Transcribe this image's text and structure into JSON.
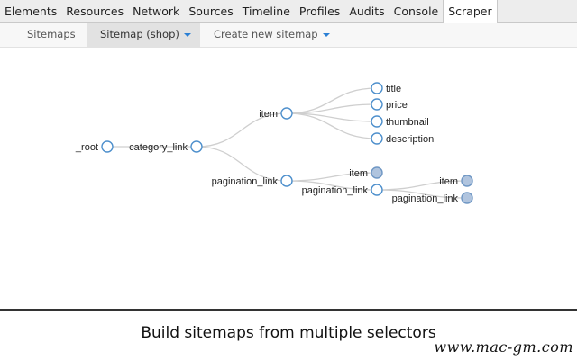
{
  "devtools": {
    "tabs": [
      "Elements",
      "Resources",
      "Network",
      "Sources",
      "Timeline",
      "Profiles",
      "Audits",
      "Console",
      "Scraper"
    ],
    "active": "Scraper"
  },
  "nav": {
    "sitemaps": "Sitemaps",
    "current_sitemap": "Sitemap (shop)",
    "create_new": "Create new sitemap"
  },
  "tree": {
    "nodes": [
      {
        "id": "root",
        "label": "_root",
        "state": "open"
      },
      {
        "id": "category_link",
        "label": "category_link",
        "state": "open"
      },
      {
        "id": "item",
        "label": "item",
        "state": "open"
      },
      {
        "id": "title",
        "label": "title",
        "state": "open"
      },
      {
        "id": "price",
        "label": "price",
        "state": "open"
      },
      {
        "id": "thumbnail",
        "label": "thumbnail",
        "state": "open"
      },
      {
        "id": "description",
        "label": "description",
        "state": "open"
      },
      {
        "id": "pagination_link",
        "label": "pagination_link",
        "state": "open"
      },
      {
        "id": "pl_item",
        "label": "item",
        "state": "leaf"
      },
      {
        "id": "pl_pagination_link",
        "label": "pagination_link",
        "state": "open"
      },
      {
        "id": "pl2_item",
        "label": "item",
        "state": "leaf"
      },
      {
        "id": "pl2_pagination_link",
        "label": "pagination_link",
        "state": "leaf"
      }
    ],
    "edges": [
      [
        "root",
        "category_link"
      ],
      [
        "category_link",
        "item"
      ],
      [
        "category_link",
        "pagination_link"
      ],
      [
        "item",
        "title"
      ],
      [
        "item",
        "price"
      ],
      [
        "item",
        "thumbnail"
      ],
      [
        "item",
        "description"
      ],
      [
        "pagination_link",
        "pl_item"
      ],
      [
        "pagination_link",
        "pl_pagination_link"
      ],
      [
        "pl_pagination_link",
        "pl2_item"
      ],
      [
        "pl_pagination_link",
        "pl2_pagination_link"
      ]
    ]
  },
  "caption": "Build sitemaps from multiple selectors",
  "watermark": "www.mac-gm.com",
  "colors": {
    "node_stroke": "#4d8fcc",
    "leaf_fill": "#b0c4de",
    "edge": "#cfcfcf",
    "caret": "#2a7fd4"
  }
}
